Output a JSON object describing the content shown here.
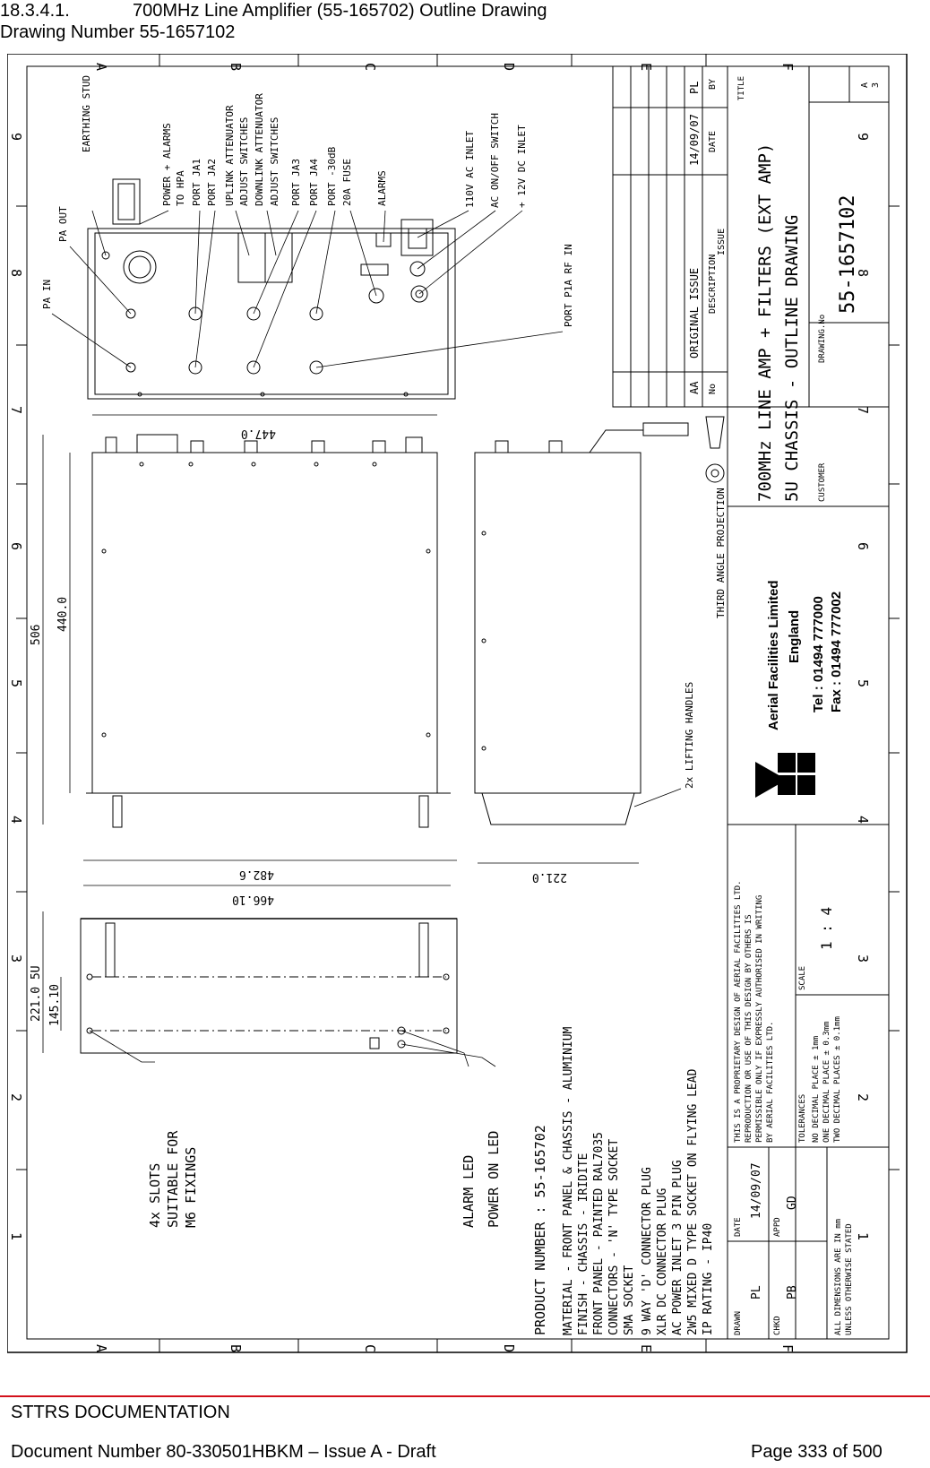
{
  "header": {
    "section_number": "18.3.4.1.",
    "section_title": "700MHz Line Amplifier (55-165702) Outline Drawing",
    "drawing_number": "Drawing Number 55-1657102"
  },
  "drawing": {
    "zones_letters": [
      "A",
      "B",
      "C",
      "D",
      "E",
      "F"
    ],
    "zones_numbers": [
      "9",
      "8",
      "7",
      "6",
      "5",
      "4",
      "3",
      "2",
      "1"
    ],
    "callouts": {
      "pa_in": "PA IN",
      "pa_out": "PA OUT",
      "earthing_stud": "EARTHING STUD",
      "power_alarms": "POWER + ALARMS",
      "to_hpa": "TO HPA",
      "port_ja1": "PORT JA1",
      "port_ja2": "PORT JA2",
      "uplink_att": "UPLINK ATTENUATOR",
      "adjust_sw1": "ADJUST SWITCHES",
      "downlink_att": "DOWNLINK ATTENUATOR",
      "adjust_sw2": "ADJUST SWITCHES",
      "port_ja3": "PORT JA3",
      "port_ja4": "PORT JA4",
      "port_30db": "PORT -30dB",
      "fuse": "20A FUSE",
      "alarms": "ALARMS",
      "ac_inlet": "110V AC INLET",
      "ac_switch": "AC ON/OFF SWITCH",
      "dc_inlet": "+ 12V DC INLET",
      "port_p1a": "PORT P1A RF IN",
      "lifting_handles": "2x LIFTING HANDLES",
      "alarm_led": "ALARM LED",
      "power_on_led": "POWER ON LED",
      "slots_1": "4x SLOTS",
      "slots_2": "SUITABLE FOR",
      "slots_3": "M6 FIXINGS"
    },
    "dimensions": {
      "d447": "447.0",
      "d506": "506",
      "d440": "440.0",
      "d482": "482.6",
      "d466": "466.10",
      "d221b": "221.0",
      "d221u": "221.0 5U",
      "d145": "145.10"
    },
    "notes": [
      "PRODUCT NUMBER : 55-165702",
      "MATERIAL - FRONT PANEL & CHASSIS - ALUMINIUM",
      "FINISH - CHASSIS - IRIDITE",
      "FRONT PANEL - PAINTED RAL7035",
      "CONNECTORS - 'N' TYPE SOCKET",
      "SMA SOCKET",
      "9 WAY 'D' CONNECTOR PLUG",
      "XLR DC CONNECTOR PLUG",
      "AC POWER INLET 3 PIN PLUG",
      "2W5 MIXED D TYPE SOCKET ON FLYING LEAD",
      "IP RATING - IP40"
    ],
    "title_block": {
      "rev_code": "AA",
      "rev_desc": "ORIGINAL ISSUE",
      "rev_date": "14/09/07",
      "rev_by": "PL",
      "col_no": "No",
      "col_desc": "DESCRIPTION",
      "col_date": "DATE",
      "col_by": "BY",
      "issue_label": "ISSUE",
      "projection": "THIRD ANGLE PROJECTION",
      "title_label": "TITLE",
      "title_line1": "700MHz LINE AMP + FILTERS (EXT AMP)",
      "title_line2": "5U CHASSIS - OUTLINE DRAWING",
      "customer_label": "CUSTOMER",
      "drawing_no_label": "DRAWING.No",
      "drawing_no": "55-1657102",
      "sheet_size_1": "A",
      "sheet_size_2": "3",
      "company_name": "Aerial Facilities Limited",
      "company_country": "England",
      "tel": "Tel : 01494 777000",
      "fax": "Fax : 01494 777002",
      "proprietary": [
        "THIS IS A PROPRIETARY DESIGN OF AERIAL FACILITIES LTD.",
        "REPRODUCTION OR USE OF THIS DESIGN BY OTHERS IS",
        "PERMISSIBLE ONLY IF EXPRESSLY AUTHORISED IN WRITING",
        "BY AERIAL FACILITIES LTD."
      ],
      "scale_label": "SCALE",
      "scale": "1 : 4",
      "tolerances_label": "TOLERANCES",
      "tolerances": [
        "NO DECIMAL PLACE ± 1mm",
        "ONE DECIMAL PLACE ± 0.3mm",
        "TWO DECIMAL PLACES ± 0.1mm"
      ],
      "drawn_label": "DRAWN",
      "drawn": "PL",
      "date_label": "DATE",
      "date": "14/09/07",
      "chkd_label": "CHKD",
      "chkd": "PB",
      "appd_label": "APPD",
      "appd": "GD",
      "units_1": "ALL DIMENSIONS ARE IN mm",
      "units_2": "UNLESS OTHERWISE STATED"
    }
  },
  "footer": {
    "doc_title": "STTRS DOCUMENTATION",
    "doc_number": "Document Number 80-330501HBKM – Issue A - Draft",
    "page": "Page 333 of 500"
  }
}
